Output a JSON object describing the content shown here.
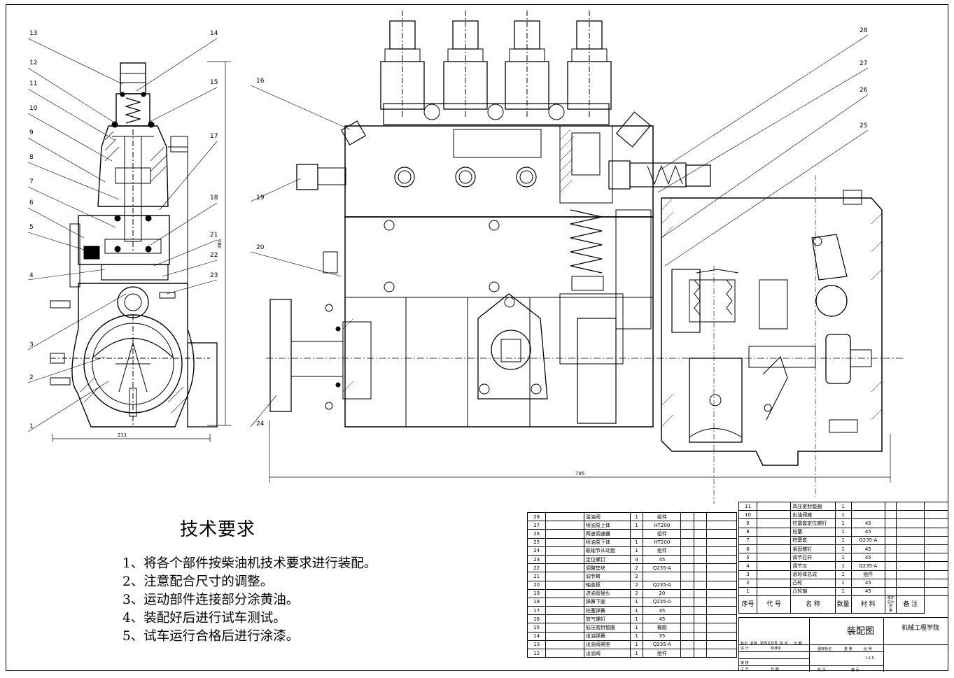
{
  "callouts_left": [
    "13",
    "12",
    "11",
    "10",
    "9",
    "8",
    "7",
    "6",
    "5",
    "4",
    "3",
    "2",
    "1",
    "14",
    "15",
    "17",
    "18",
    "21",
    "22",
    "23"
  ],
  "callouts_right": [
    "16",
    "19",
    "20",
    "24",
    "28",
    "27",
    "26",
    "25"
  ],
  "dims": {
    "width_left": "211",
    "height_left": "485",
    "width_main": "795"
  },
  "tech": {
    "title": "技术要求",
    "items": [
      "1、将各个部件按柴油机技术要求进行装配。",
      "2、注意配合尺寸的调整。",
      "3、运动部件连接部分涂黄油。",
      "4、装配好后进行试车测试。",
      "5、试车运行合格后进行涂漆。"
    ]
  },
  "bom_left": [
    {
      "no": "28",
      "name": "溢油阀",
      "qty": "1",
      "mat": "组件"
    },
    {
      "no": "27",
      "name": "喷油泵上体",
      "qty": "1",
      "mat": "HT200"
    },
    {
      "no": "26",
      "name": "两速调速器",
      "qty": "",
      "mat": "组件"
    },
    {
      "no": "25",
      "name": "喷油泵下体",
      "qty": "1",
      "mat": "HT200"
    },
    {
      "no": "24",
      "name": "联轴节从动盘",
      "qty": "1",
      "mat": "组件"
    },
    {
      "no": "23",
      "name": "定位螺钉",
      "qty": "4",
      "mat": "45"
    },
    {
      "no": "22",
      "name": "调整垫块",
      "qty": "2",
      "mat": "Q235-A"
    },
    {
      "no": "21",
      "name": "调节臂",
      "qty": "2",
      "mat": ""
    },
    {
      "no": "20",
      "name": "轴盖板",
      "qty": "2",
      "mat": "Q235-A"
    },
    {
      "no": "19",
      "name": "进油管接头",
      "qty": "2",
      "mat": "20"
    },
    {
      "no": "18",
      "name": "弹簧下座",
      "qty": "1",
      "mat": "Q235-A"
    },
    {
      "no": "17",
      "name": "柱塞弹簧",
      "qty": "1",
      "mat": "35"
    },
    {
      "no": "16",
      "name": "放气螺钉",
      "qty": "1",
      "mat": "45"
    },
    {
      "no": "15",
      "name": "低压密封垫圈",
      "qty": "1",
      "mat": "橡胶"
    },
    {
      "no": "14",
      "name": "出油弹簧",
      "qty": "1",
      "mat": "35"
    },
    {
      "no": "13",
      "name": "出油阀紧座",
      "qty": "1",
      "mat": "Q235-A"
    },
    {
      "no": "12",
      "name": "出油阀",
      "qty": "1",
      "mat": "组件"
    }
  ],
  "bom_right": [
    {
      "no": "11",
      "name": "高压密封垫圈",
      "qty": "1",
      "mat": ""
    },
    {
      "no": "10",
      "name": "出油阀座",
      "qty": "1",
      "mat": ""
    },
    {
      "no": "9",
      "name": "柱塞套定位螺钉",
      "qty": "1",
      "mat": "45"
    },
    {
      "no": "8",
      "name": "柱塞",
      "qty": "1",
      "mat": "45"
    },
    {
      "no": "7",
      "name": "柱塞套",
      "qty": "1",
      "mat": "Q235-A"
    },
    {
      "no": "6",
      "name": "紧固螺钉",
      "qty": "1",
      "mat": "45"
    },
    {
      "no": "5",
      "name": "调节拉杆",
      "qty": "1",
      "mat": "45"
    },
    {
      "no": "4",
      "name": "调节叉",
      "qty": "1",
      "mat": "Q235-A"
    },
    {
      "no": "3",
      "name": "滚轮体总成",
      "qty": "1",
      "mat": "组件"
    },
    {
      "no": "2",
      "name": "凸轮",
      "qty": "1",
      "mat": "45"
    },
    {
      "no": "1",
      "name": "凸轮轴",
      "qty": "1",
      "mat": "45"
    }
  ],
  "bom_header": {
    "no": "序号",
    "code": "代 号",
    "name": "名 称",
    "qty": "数量",
    "mat": "材 料",
    "weight": "单件 总计 质 量",
    "remark": "备 注"
  },
  "title_block": {
    "drawing_name": "装配图",
    "school": "机械工程学院",
    "scale": "1:1.5",
    "labels": [
      "标记",
      "处数",
      "更改文件号",
      "签 字",
      "日 期",
      "设 计",
      "标准化",
      "审 核",
      "工 艺",
      "日 期",
      "图样标记",
      "重 量",
      "比 例",
      "共 页",
      "第 页"
    ]
  }
}
